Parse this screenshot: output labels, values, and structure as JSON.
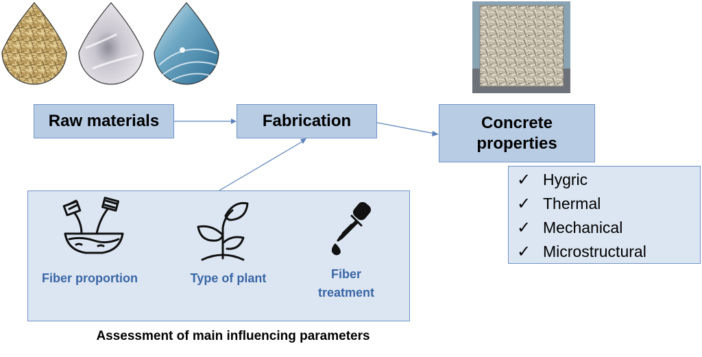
{
  "nodes": {
    "raw_materials": "Raw materials",
    "fabrication": "Fabrication",
    "concrete_properties": "Concrete properties"
  },
  "properties": [
    "Hygric",
    "Thermal",
    "Mechanical",
    "Microstructural"
  ],
  "check_symbol": "✓",
  "parameters": {
    "fiber_proportion": "Fiber proportion",
    "type_of_plant": "Type of plant",
    "fiber_treatment": "Fiber treatment"
  },
  "caption": "Assessment of main influencing parameters",
  "colors": {
    "box_fill": "#b8cce4",
    "panel_fill": "#dce6f2",
    "border": "#6e93c7",
    "label_blue": "#3a66a5"
  }
}
